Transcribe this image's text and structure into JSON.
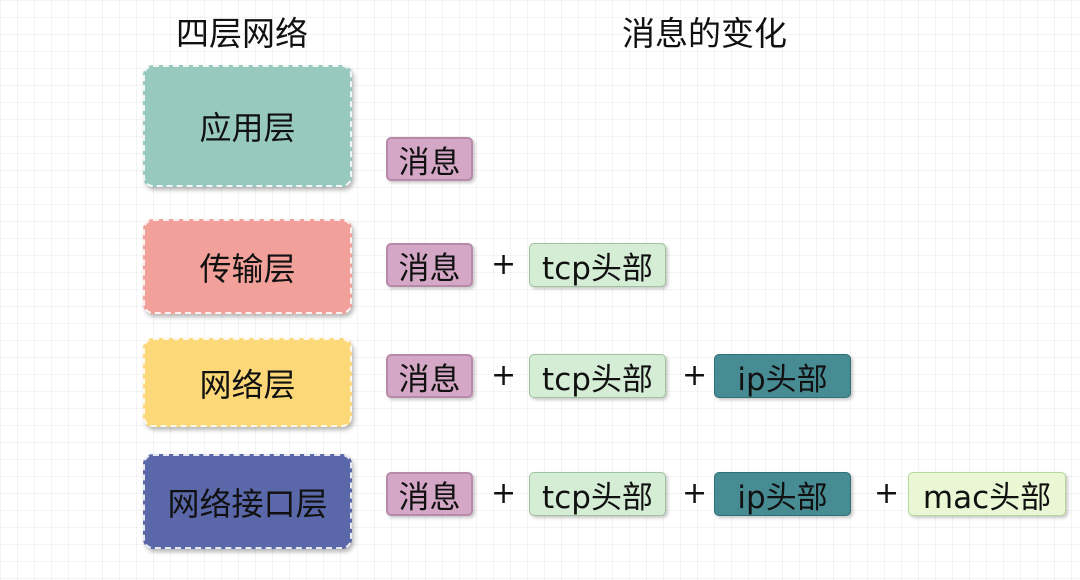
{
  "headings": {
    "layers": "四层网络",
    "changes": "消息的变化"
  },
  "layers": [
    {
      "label": "应用层",
      "color": "#97c9bf"
    },
    {
      "label": "传输层",
      "color": "#f2a19a"
    },
    {
      "label": "网络层",
      "color": "#fdd878"
    },
    {
      "label": "网络接口层",
      "color": "#5a67a8"
    }
  ],
  "tokens": {
    "message": {
      "label": "消息",
      "color": "#d4a7c6"
    },
    "tcp_header": {
      "label": "tcp头部",
      "color": "#d5ecd5"
    },
    "ip_header": {
      "label": "ip头部",
      "color": "#478b93"
    },
    "mac_header": {
      "label": "mac头部",
      "color": "#e9f7d4"
    },
    "plus": "+"
  },
  "rows": [
    {
      "layer": "应用层",
      "parts": [
        "消息"
      ]
    },
    {
      "layer": "传输层",
      "parts": [
        "消息",
        "tcp头部"
      ]
    },
    {
      "layer": "网络层",
      "parts": [
        "消息",
        "tcp头部",
        "ip头部"
      ]
    },
    {
      "layer": "网络接口层",
      "parts": [
        "消息",
        "tcp头部",
        "ip头部",
        "mac头部"
      ]
    }
  ]
}
